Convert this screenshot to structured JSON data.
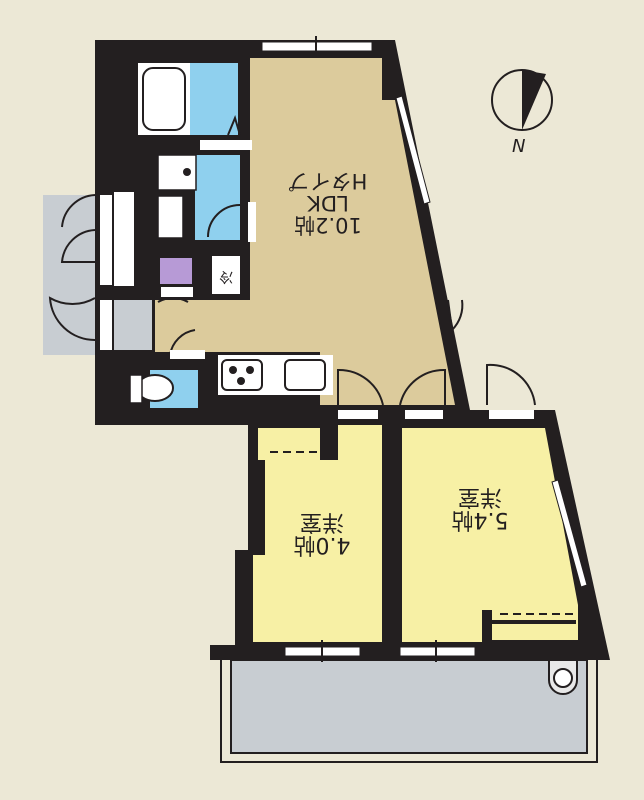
{
  "floorplan": {
    "colors": {
      "background": "#ece8d6",
      "wall": "#231f20",
      "ldk_floor": "#dccb9c",
      "western_room_floor": "#f7f0a5",
      "wet_area": "#8fd0ee",
      "entrance_balcony": "#c8cdd2",
      "washer": "#b79ad6",
      "fixture": "#ffffff"
    },
    "rooms": [
      {
        "id": "ldk",
        "type_label": "Hタイプ",
        "name": "LDK",
        "size": "10.2帖"
      },
      {
        "id": "western-1",
        "name": "洋室",
        "size": "4.0帖"
      },
      {
        "id": "western-2",
        "name": "洋室",
        "size": "5.4帖"
      }
    ],
    "compass": {
      "label": "N",
      "icon": "north-arrow-icon"
    },
    "fixtures": [
      "bathtub",
      "washbasin",
      "toilet",
      "kitchen-stove",
      "kitchen-sink",
      "washing-machine-space",
      "refrigerator-space",
      "shoe-closet",
      "outdoor-aircon-unit"
    ]
  }
}
